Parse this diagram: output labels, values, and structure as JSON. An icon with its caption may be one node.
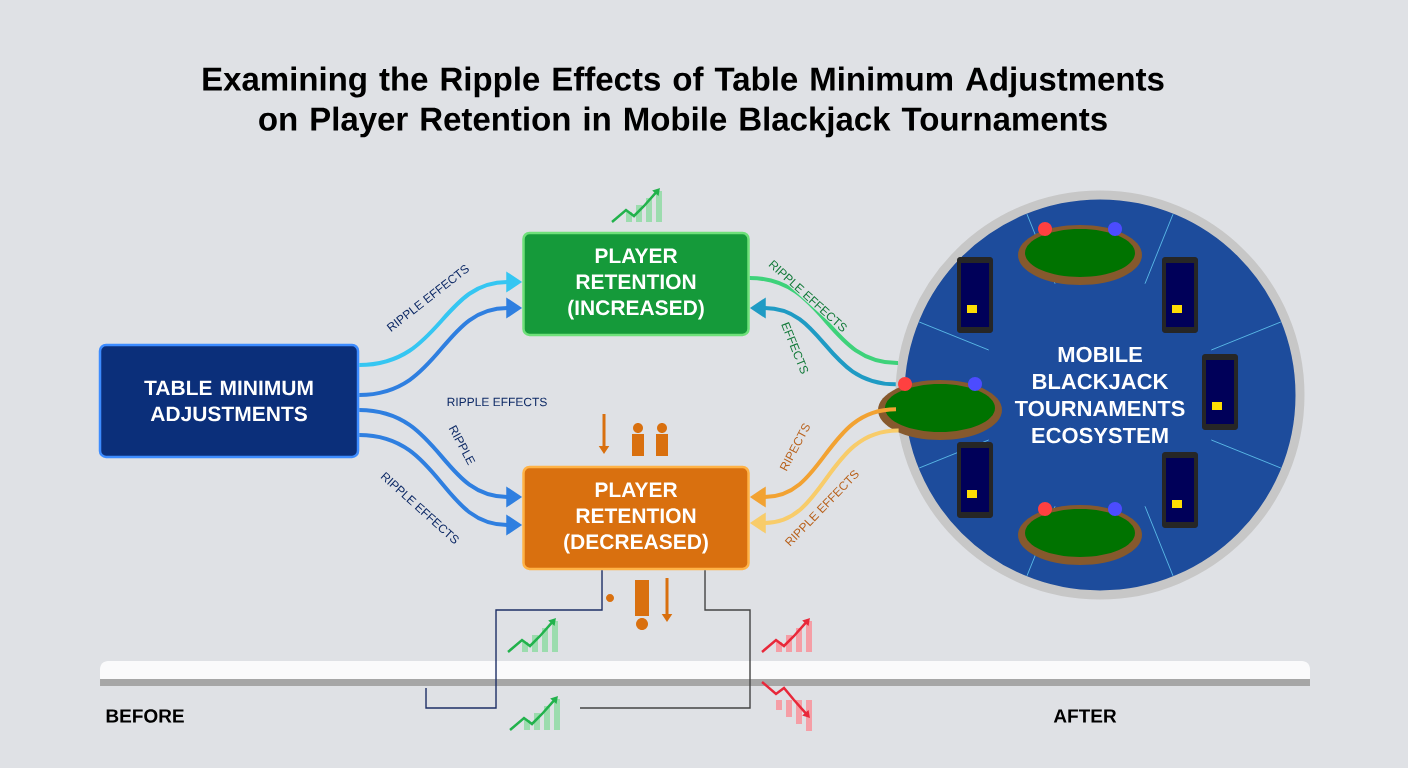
{
  "diagram": {
    "title": "Examining the Ripple Effects of Table Minimum Adjustments on Player Retention in Mobile Blackjack Tournaments",
    "nodes": [
      {
        "text": [
          "TABLE MINIMUM ADJUSTMENTS"
        ]
      },
      {
        "text": [
          "PLAYER RETENTION (INCREASED)"
        ]
      },
      {
        "text": [
          "PLAYER RETENTION (DECREASED)"
        ]
      },
      {
        "text": [
          "MOBILE BLACKJACK TOURNAMENTS ECOSYSTEM"
        ]
      }
    ],
    "edges": [
      {
        "from": 0,
        "to": 1,
        "arrow": "to",
        "label": "RIPPLE EFFECTS",
        "color": "#35c6f2"
      },
      {
        "from": 0,
        "to": 1,
        "arrow": "to"
      },
      {
        "from": 0,
        "to": 2,
        "arrow": "to",
        "label": "RIPPLE"
      },
      {
        "from": 0,
        "to": 2,
        "arrow": "to",
        "label": "RIPPLE EFFECTS"
      },
      {
        "from": 3,
        "to": 1,
        "arrow": "none",
        "label": "RIPPLE EFFECTS",
        "color": "#3ed27a"
      },
      {
        "from": 3,
        "to": 1,
        "arrow": "to",
        "label": "EFFECTS",
        "color": "#1f9bc4"
      },
      {
        "from": 3,
        "to": 2,
        "arrow": "to",
        "label": "RIPECTS",
        "color": "#f2a232"
      },
      {
        "from": 3,
        "to": 2,
        "arrow": "to",
        "label": "RIPPLE EFFECTS",
        "color": "#f8cc6a"
      },
      {
        "from": 2,
        "to": null,
        "arrow": "none",
        "color": "#1e2f66"
      },
      {
        "from": 2,
        "to": null,
        "arrow": "none",
        "color": "#444444"
      }
    ],
    "labels": [
      "RIPPLE EFFECTS",
      "BEFORE",
      "AFTER"
    ]
  }
}
